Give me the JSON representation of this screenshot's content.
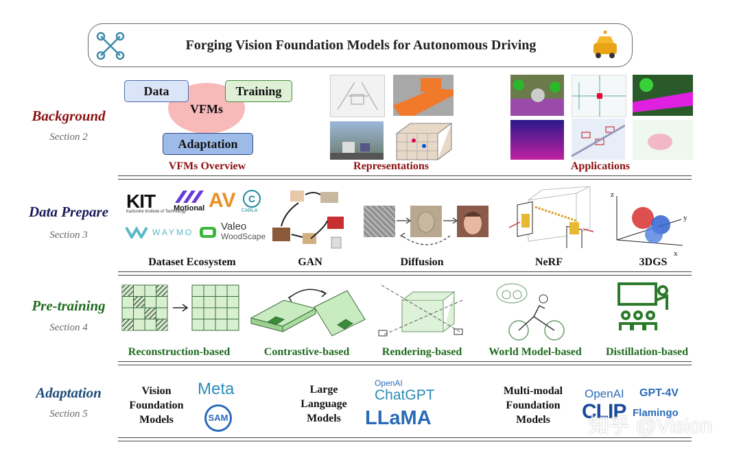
{
  "title": "Forging Vision Foundation Models for Autonomous Driving",
  "watermark": "知乎 @Vision",
  "sections": {
    "background": {
      "title": "Background",
      "sub": "Section 2",
      "color": "#8b1010"
    },
    "data_prepare": {
      "title": "Data Prepare",
      "sub": "Section 3",
      "color": "#1a1a5a"
    },
    "pretraining": {
      "title": "Pre-training",
      "sub": "Section 4",
      "color": "#1f6a1f"
    },
    "adaptation": {
      "title": "Adaptation",
      "sub": "Section 5",
      "color": "#1e4b7a"
    }
  },
  "background": {
    "overview": {
      "data": "Data",
      "training": "Training",
      "vfms": "VFMs",
      "adaptation": "Adaptation",
      "label": "VFMs Overview"
    },
    "representations_label": "Representations",
    "applications_label": "Applications"
  },
  "data_prepare": {
    "logos": {
      "kit": "KIT",
      "kit_sub": "Karlsruhe Institute of Technology",
      "motional": "Motional",
      "av": "AV",
      "carla": "CARLA",
      "waymo": "WAYMO",
      "valeo": "Valeo",
      "woodscape": "WoodScape"
    },
    "labels": [
      "Dataset Ecosystem",
      "GAN",
      "Diffusion",
      "NeRF",
      "3DGS"
    ],
    "axes": {
      "x": "x",
      "y": "y",
      "z": "z"
    }
  },
  "pretraining": {
    "labels": [
      "Reconstruction-based",
      "Contrastive-based",
      "Rendering-based",
      "World Model-based",
      "Distillation-based"
    ]
  },
  "adaptation": {
    "vfm": "Vision\nFoundation\nModels",
    "llm": "Large\nLanguage\nModels",
    "mmfm": "Multi-modal\nFoundation\nModels",
    "meta": "Meta",
    "sam": "SAM",
    "openai1": "OpenAI",
    "chatgpt": "ChatGPT",
    "llama": "LLaMA",
    "openai2": "OpenAI",
    "gpt4v": "GPT-4V",
    "clip": "CLIP",
    "flamingo": "Flamingo"
  }
}
